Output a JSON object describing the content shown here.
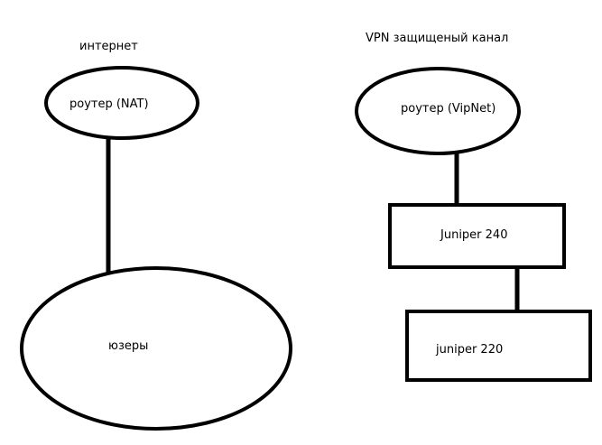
{
  "labels": {
    "internet": "интернет",
    "vpn_channel": "VPN защищеный канал",
    "router_nat": "роутер (NAT)",
    "router_vipnet": "роутер (VipNet)",
    "juniper_240": "Juniper 240",
    "juniper_220": "juniper 220",
    "users": "юзеры"
  },
  "colors": {
    "stroke": "#000000",
    "background": "#ffffff"
  }
}
